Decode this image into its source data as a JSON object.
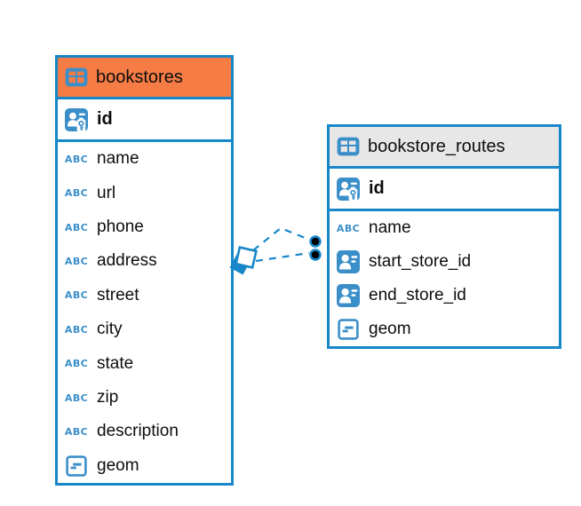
{
  "colors": {
    "accent": "#1787c9",
    "icon_blue": "#3b8fc9",
    "text": "#0d0d0d",
    "dot_fill": "#000000",
    "bookstores_header": "#f57c45",
    "bookstore_routes_header": "#e7e7e7",
    "card_background": "#ffffff"
  },
  "glyphs": {
    "text_icon": "ABC"
  },
  "connection": {
    "line_style": "dashed",
    "line_color": "#1787c9",
    "left_marker": "diamond",
    "right_marker": "dots",
    "line_count": 2
  },
  "tables": [
    {
      "name": "bookstores",
      "header_color": "#f57c45",
      "columns": [
        {
          "name": "id",
          "icon": "primary-key",
          "primary": true
        },
        {
          "name": "name",
          "icon": "text"
        },
        {
          "name": "url",
          "icon": "text"
        },
        {
          "name": "phone",
          "icon": "text"
        },
        {
          "name": "address",
          "icon": "text"
        },
        {
          "name": "street",
          "icon": "text"
        },
        {
          "name": "city",
          "icon": "text"
        },
        {
          "name": "state",
          "icon": "text"
        },
        {
          "name": "zip",
          "icon": "text"
        },
        {
          "name": "description",
          "icon": "text"
        },
        {
          "name": "geom",
          "icon": "geometry"
        }
      ]
    },
    {
      "name": "bookstore_routes",
      "header_color": "#e7e7e7",
      "columns": [
        {
          "name": "id",
          "icon": "primary-key",
          "primary": true
        },
        {
          "name": "name",
          "icon": "text"
        },
        {
          "name": "start_store_id",
          "icon": "foreign-key"
        },
        {
          "name": "end_store_id",
          "icon": "foreign-key"
        },
        {
          "name": "geom",
          "icon": "geometry"
        }
      ]
    }
  ]
}
